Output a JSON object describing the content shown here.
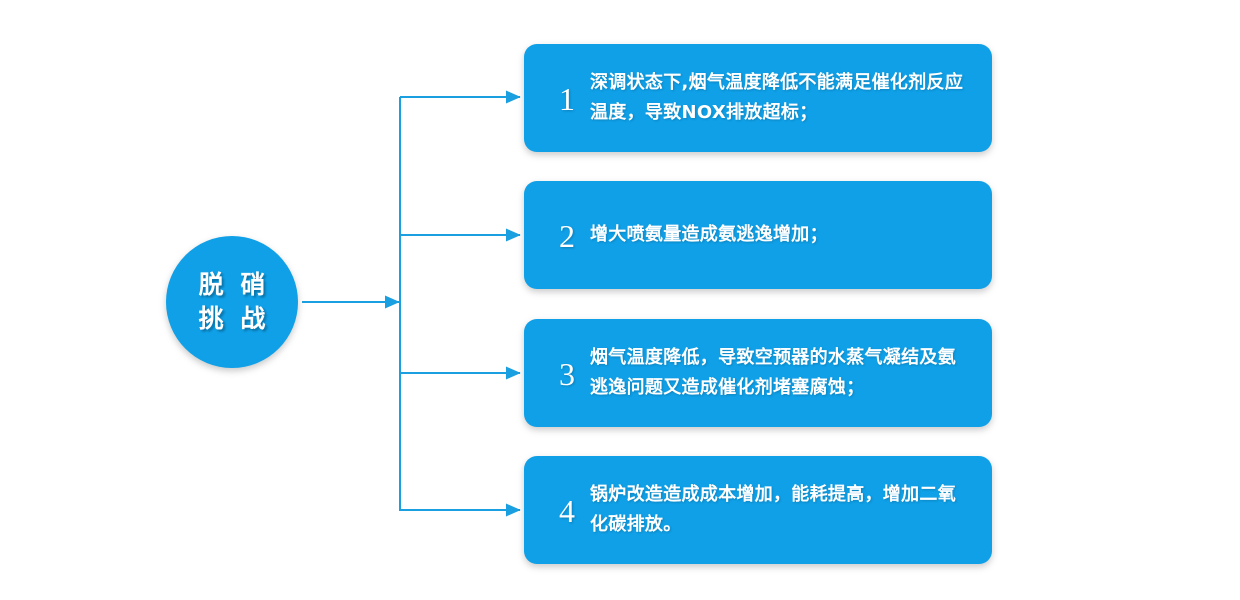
{
  "diagram": {
    "type": "radial-branch-flowchart",
    "title": "脱硝挑战",
    "accent_color": "#0fa0e8",
    "line_color": "#1a9fe0",
    "background_color": "#ffffff",
    "text_color": "#ffffff",
    "hub": {
      "name": "脱硝挑战",
      "line1": "脱 硝",
      "line2": "挑 战",
      "shape": "circle"
    },
    "items": [
      {
        "number": "1",
        "text": "深调状态下,烟气温度降低不能满足催化剂反应温度，导致NOX排放超标；",
        "lines": 2
      },
      {
        "number": "2",
        "text": "增大喷氨量造成氨逃逸增加；",
        "lines": 1
      },
      {
        "number": "3",
        "text": "烟气温度降低，导致空预器的水蒸气凝结及氨逃逸问题又造成催化剂堵塞腐蚀；",
        "lines": 2
      },
      {
        "number": "4",
        "text": "锅炉改造造成成本增加，能耗提高，增加二氧化碳排放。",
        "lines": 2
      }
    ],
    "connectors": {
      "trunk_label": "vertical-trunk",
      "branch_count": 4,
      "arrow_style": "solid-triangle"
    }
  }
}
